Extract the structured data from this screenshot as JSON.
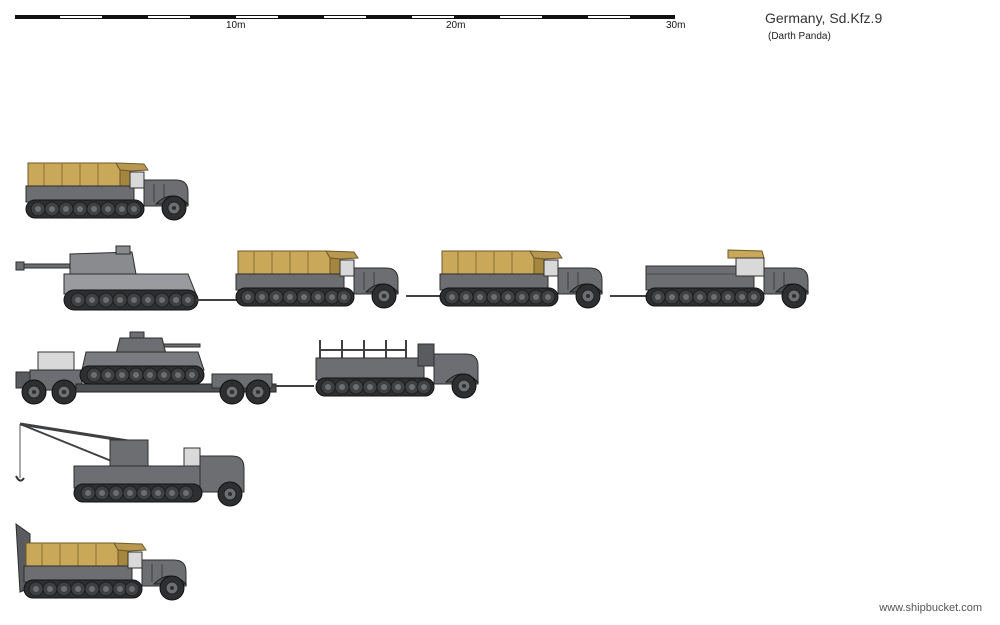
{
  "title": "Germany, Sd.Kfz.9",
  "author": "(Darth Panda)",
  "scale": {
    "ticks": [
      "10m",
      "20m",
      "30m"
    ]
  },
  "watermark": "www.shipbucket.com",
  "colors": {
    "hull_grey": "#6d6e71",
    "dark_grey": "#3f4042",
    "light_grey": "#9a9b9e",
    "canvas": "#c9a85a",
    "canvas_dark": "#a5863e",
    "background": "#ffffff"
  },
  "rows": [
    {
      "name": "row-1",
      "items": [
        "halftrack-canvas"
      ]
    },
    {
      "name": "row-2",
      "items": [
        "tiger-tank",
        "halftrack-canvas",
        "halftrack-canvas",
        "halftrack-open"
      ]
    },
    {
      "name": "row-3",
      "items": [
        "tractor-trailer-with-panzer-iv",
        "halftrack-stake-body"
      ]
    },
    {
      "name": "row-4",
      "items": [
        "crane-halftrack"
      ]
    },
    {
      "name": "row-5",
      "items": [
        "halftrack-canvas-with-spade"
      ]
    }
  ]
}
